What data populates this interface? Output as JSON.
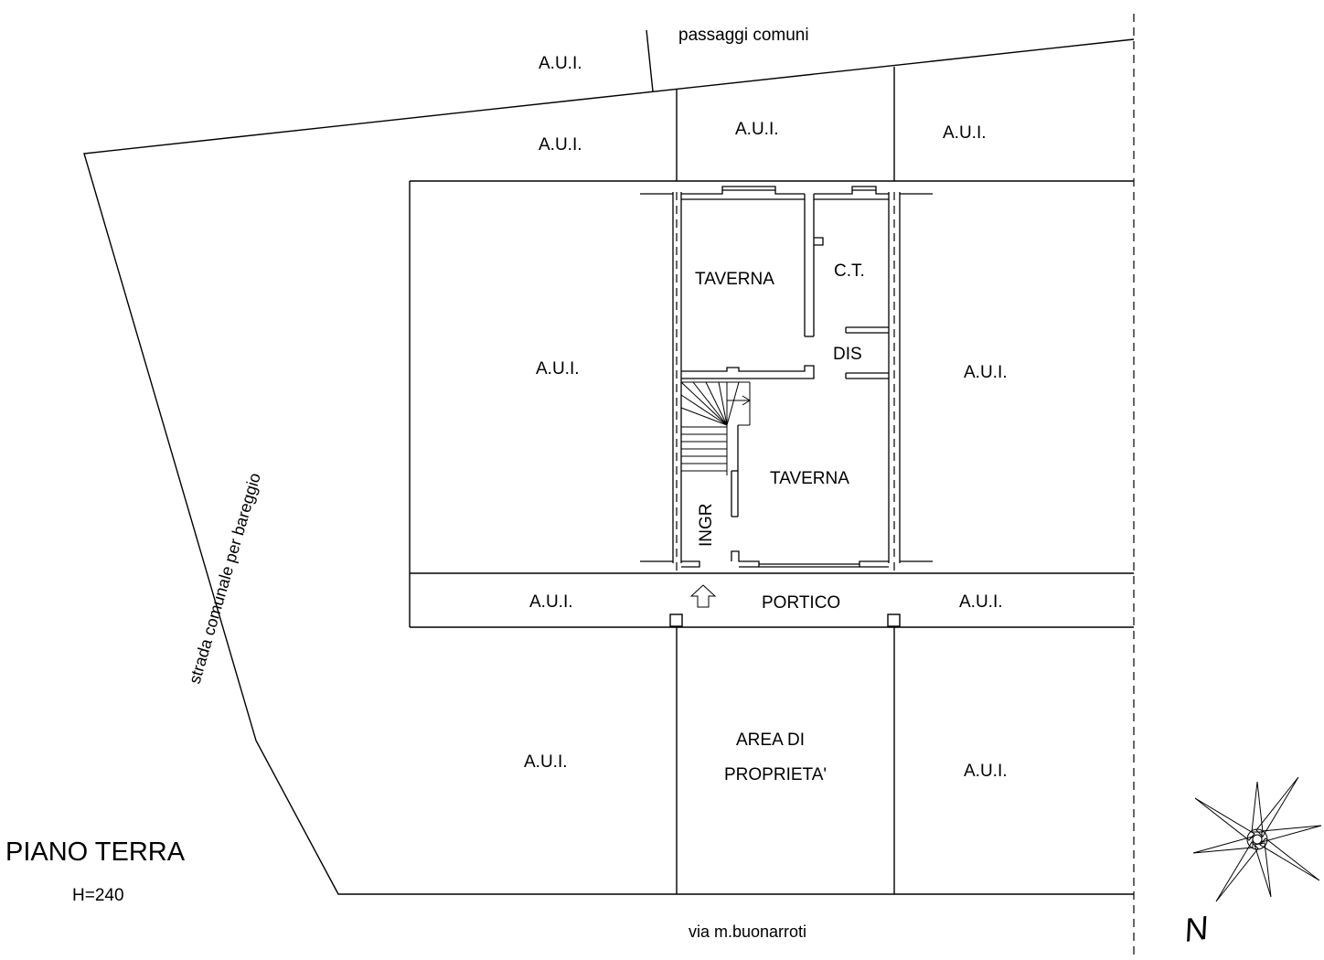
{
  "labels": {
    "passaggi_comuni": "passaggi comuni",
    "aui": "A.U.I.",
    "taverna": "TAVERNA",
    "ct": "C.T.",
    "dis": "DIS",
    "ingr": "INGR",
    "portico": "PORTICO",
    "area_line1": "AREA DI",
    "area_line2": "PROPRIETA'",
    "strada": "strada comunale per bareggio",
    "via": "via m.buonarroti",
    "piano": "PIANO TERRA",
    "height": "H=240",
    "north": "N"
  }
}
